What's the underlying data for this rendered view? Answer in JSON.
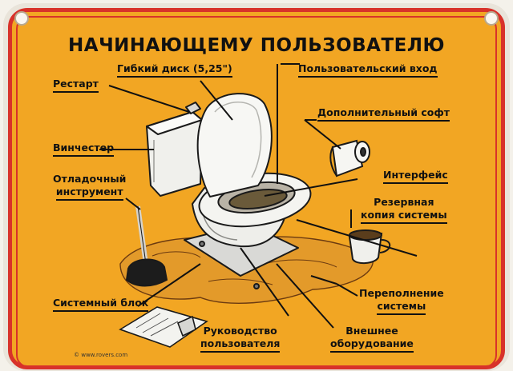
{
  "title": "НАЧИНАЮЩЕМУ ПОЛЬЗОВАТЕЛЮ",
  "labels": {
    "restart": "Рестарт",
    "floppy": "Гибкий диск (5,25\")",
    "user_login": "Пользовательский вход",
    "extra_soft": "Дополнительный софт",
    "hdd": "Винчестер",
    "debug_line1": "Отладочный",
    "debug_line2": "инструмент",
    "interface": "Интерфейс",
    "backup_line1": "Резервная",
    "backup_line2": "копия системы",
    "system_unit": "Системный блок",
    "overflow_line1": "Переполнение",
    "overflow_line2": "системы",
    "manual_line1": "Руководство",
    "manual_line2": "пользователя",
    "external_line1": "Внешнее",
    "external_line2": "оборудование"
  },
  "footer": "© www.rovers.com",
  "colors": {
    "sign": "#f2a623",
    "border": "#d8322a",
    "ink": "#111111"
  }
}
